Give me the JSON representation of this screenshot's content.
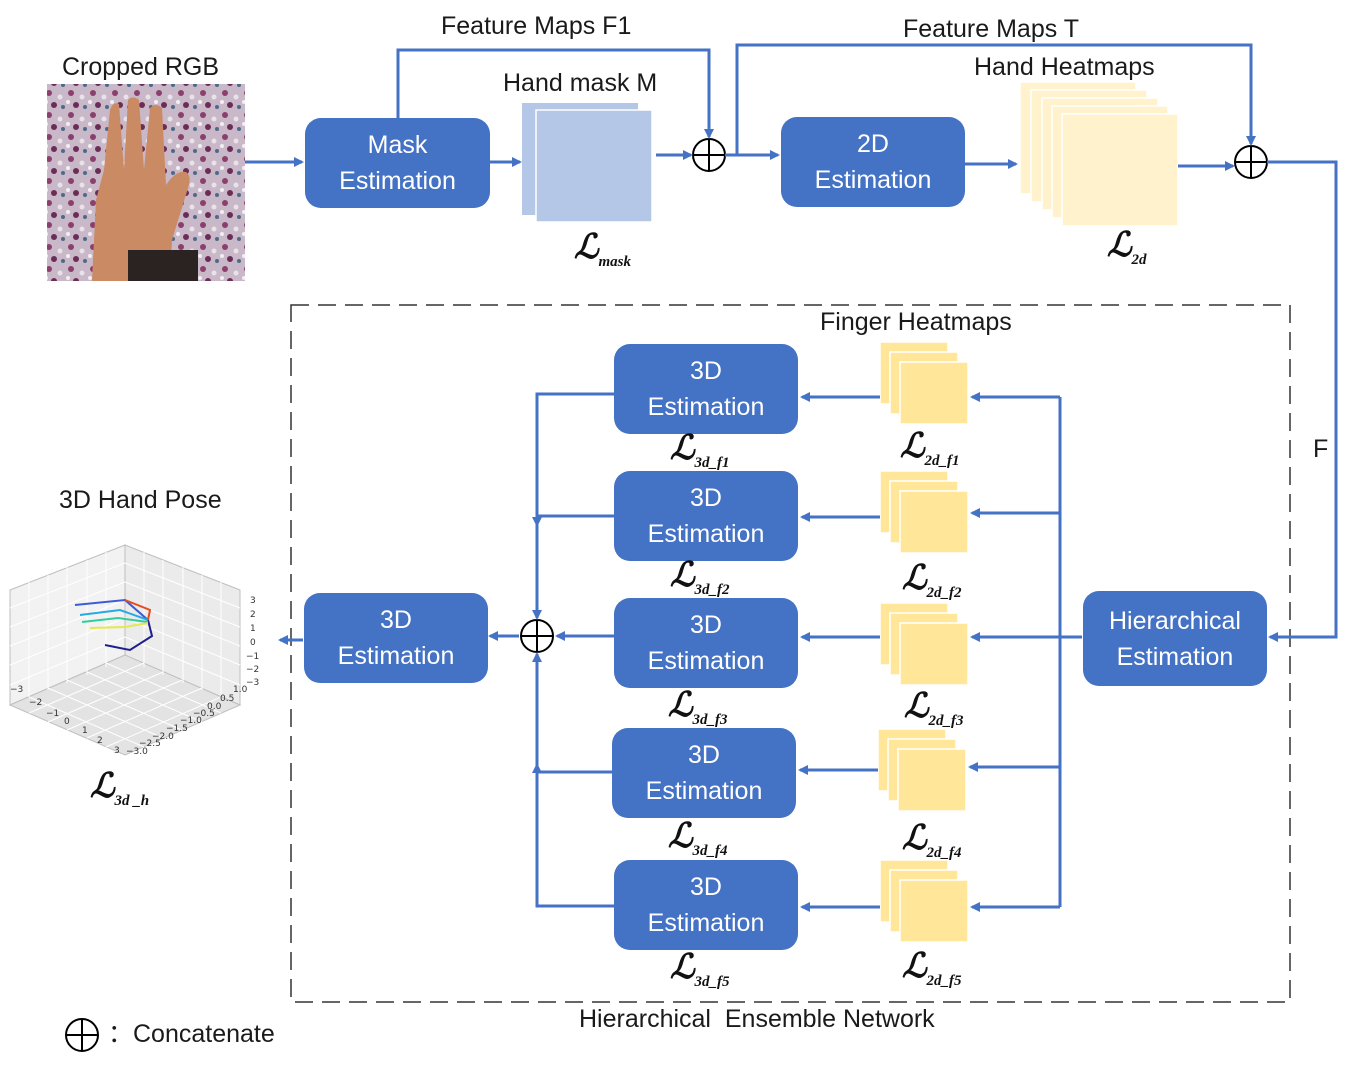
{
  "labels": {
    "cropped_rgb": "Cropped RGB",
    "feature_maps_f1": "Feature Maps F1",
    "feature_maps_t": "Feature Maps T",
    "hand_mask": "Hand mask M",
    "hand_heatmaps": "Hand Heatmaps",
    "finger_heatmaps": "Finger Heatmaps",
    "f": "F",
    "hand_pose_3d": "3D Hand Pose",
    "network": "Hierarchical  Ensemble Network",
    "concatenate": "：Concatenate"
  },
  "blocks": {
    "mask_estimation": [
      "Mask",
      "Estimation"
    ],
    "estimation_2d": [
      "2D",
      "Estimation"
    ],
    "hierarchical_estimation": [
      "Hierarchical",
      "Estimation"
    ],
    "finger_3d": [
      [
        "3D",
        "Estimation"
      ],
      [
        "3D",
        "Estimation"
      ],
      [
        "3D",
        "Estimation"
      ],
      [
        "3D",
        "Estimation"
      ],
      [
        "3D",
        "Estimation"
      ]
    ],
    "final_3d": [
      "3D",
      "Estimation"
    ]
  },
  "losses": {
    "L": "ℒ",
    "mask": "mask",
    "hand_2d": "2d",
    "finger_3d": [
      "3d_f1",
      "3d_f2",
      "3d_f3",
      "3d_f4",
      "3d_f5"
    ],
    "finger_2d": [
      "2d_f1",
      "2d_f2",
      "2d_f3",
      "2d_f4",
      "2d_f5"
    ],
    "hand_3d": "3d _h"
  },
  "plot_axes": {
    "z_ticks": [
      "3",
      "2",
      "1",
      "0",
      "−1",
      "−2",
      "−3"
    ],
    "x_ticks": [
      "−3",
      "−2",
      "−1",
      "0",
      "1",
      "2",
      "3"
    ],
    "y_ticks": [
      "1.0",
      "0.5",
      "0.0",
      "−0.5",
      "−1.0",
      "−1.5",
      "−2.0",
      "−2.5",
      "−3.0"
    ]
  },
  "colors": {
    "block": "#4472c4",
    "arrow": "#4472c4",
    "mask_map": "#b4c7e7",
    "hand_heatmap": "#fff2cc",
    "finger_heatmap": "#ffe699"
  }
}
